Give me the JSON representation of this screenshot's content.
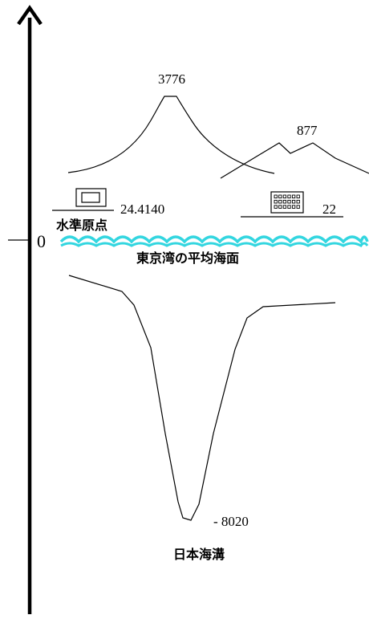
{
  "labels": {
    "fuji_height": "3776",
    "mountain2_height": "877",
    "datum_height": "24.4140",
    "building_height": "22",
    "datum_name": "水準原点",
    "zero": "0",
    "mean_sea_level": "東京湾の平均海面",
    "trench_depth": "- 8020",
    "trench_name": "日本海溝"
  },
  "colors": {
    "axis": "#000000",
    "sea_wave": "#33d6e0",
    "outline": "#000000"
  },
  "icons": {
    "datum_marker": "benchmark-building-icon",
    "building": "office-building-icon",
    "axis_arrow": "arrow-up-icon"
  }
}
